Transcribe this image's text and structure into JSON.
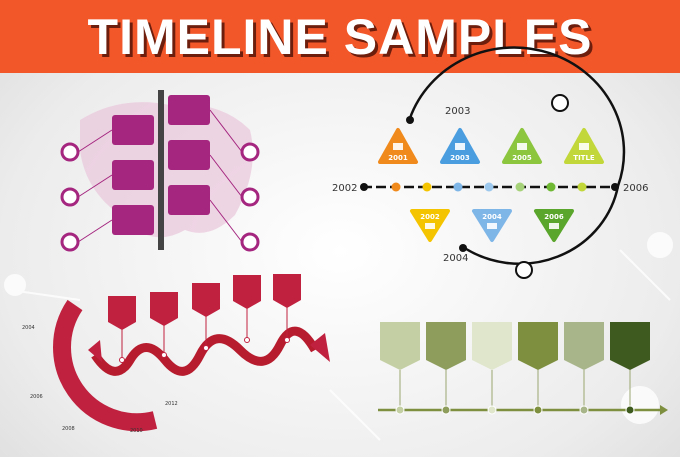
{
  "header": {
    "title": "TIMELINE SAMPLES",
    "background": "#f2572a"
  },
  "circle_timeline": {
    "years_axis": [
      "2002",
      "2003",
      "2004",
      "2006"
    ],
    "up_triangles": [
      {
        "label": "2001",
        "color": "#f08a1c",
        "icon": "envelope-icon"
      },
      {
        "label": "2003",
        "color": "#4a9ee0",
        "icon": "person-speech-icon"
      },
      {
        "label": "2005",
        "color": "#8cc63f",
        "icon": "chat-icon"
      },
      {
        "label": "TITLE",
        "color": "#c2d83a",
        "icon": "coffee-icon"
      }
    ],
    "down_triangles": [
      {
        "label": "2002",
        "color": "#f5c400",
        "icon": "airplane-icon"
      },
      {
        "label": "2004",
        "color": "#7fb6e8",
        "icon": "magnifier-icon"
      },
      {
        "label": "2006",
        "color": "#5aa52b",
        "icon": "bar-chart-icon"
      }
    ],
    "dot_colors": [
      "#f08a1c",
      "#f5c400",
      "#7fb6e8",
      "#9cc8ee",
      "#a6d27a",
      "#6fb833",
      "#c2d83a"
    ]
  },
  "red_timeline": {
    "years": [
      "2004",
      "2006",
      "2008",
      "2010",
      "2012"
    ],
    "color": "#c0213f"
  },
  "olive_timeline": {
    "colors": [
      "#c4cfa4",
      "#8e9c5c",
      "#dfe6cc",
      "#7e9040",
      "#a8b58a",
      "#3f5a1e"
    ],
    "icons": [
      "envelope-icon",
      "chat-icon",
      "coffee-icon",
      "airplane-icon",
      "person-speech-icon",
      "magnifier-icon"
    ]
  },
  "map_timeline": {
    "color": "#a4267f"
  }
}
